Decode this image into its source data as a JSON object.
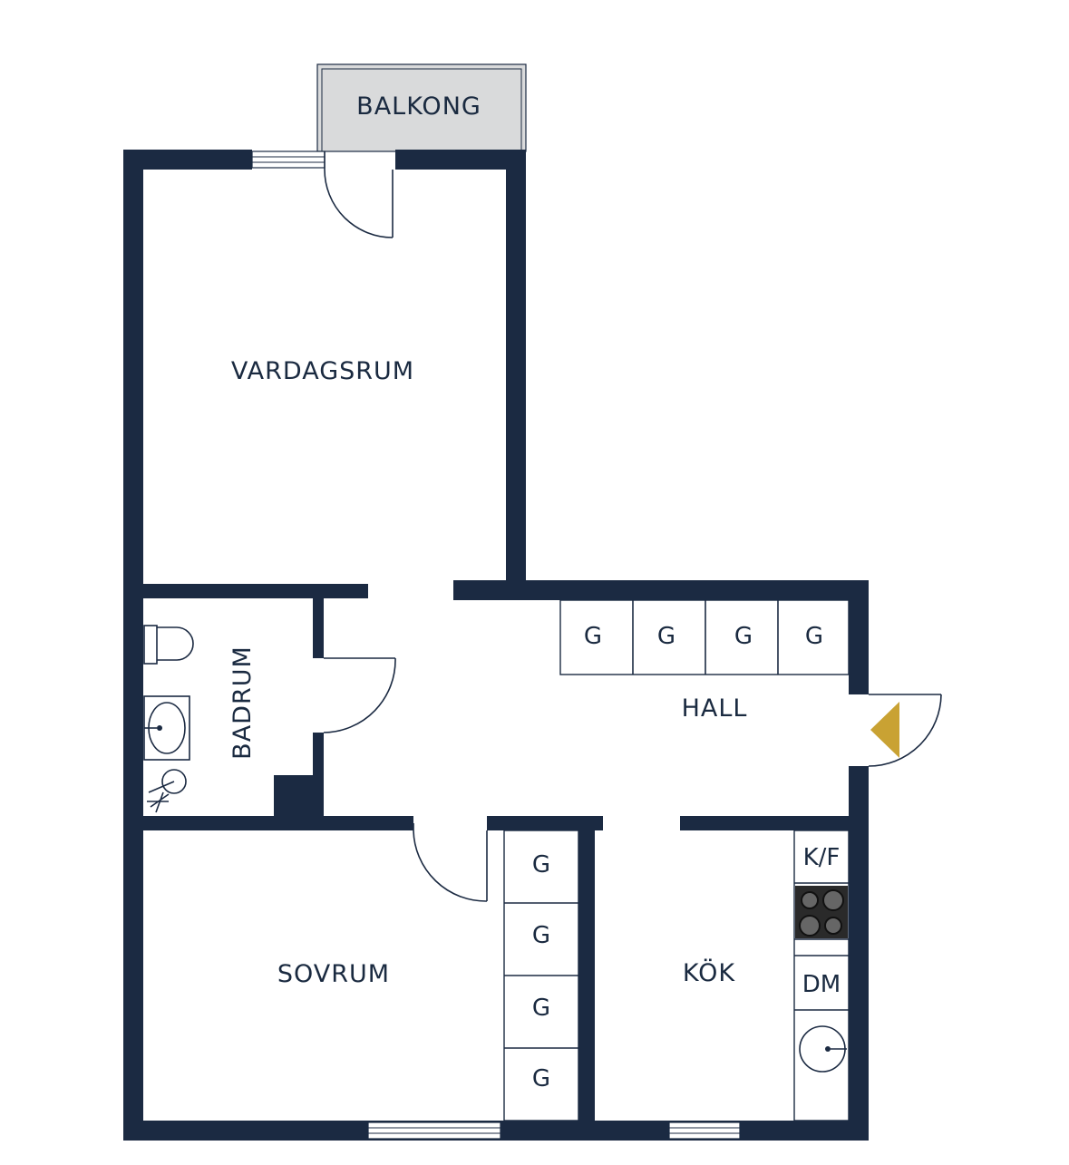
{
  "colors": {
    "wall": "#1b2a42",
    "balcony_fill": "#d9dadb",
    "entrance_marker": "#c9a233",
    "stove": "#2a2a2a"
  },
  "rooms": {
    "balkong": "BALKONG",
    "vardagsrum": "VARDAGSRUM",
    "badrum": "BADRUM",
    "hall": "HALL",
    "sovrum": "SOVRUM",
    "kok": "KÖK"
  },
  "hall_wardrobes": [
    "G",
    "G",
    "G",
    "G"
  ],
  "bedroom_wardrobes": [
    "G",
    "G",
    "G",
    "G"
  ],
  "kitchen": {
    "fridge_freezer": "K/F",
    "dishwasher": "DM"
  },
  "icons": {
    "entrance": "entrance-arrow-icon",
    "toilet": "toilet-icon",
    "washbasin": "washbasin-icon",
    "shower": "shower-icon",
    "stove": "stove-icon",
    "sink": "kitchen-sink-icon"
  }
}
